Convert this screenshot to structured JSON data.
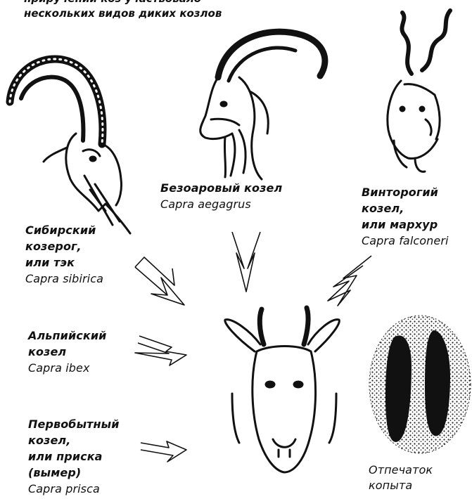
{
  "header": {
    "line1": "приручении коз участвовало",
    "line2": "нескольких видов диких козлов"
  },
  "species": {
    "siberian": {
      "name_lines": [
        "Сибирский",
        "козерог,",
        "или тэк"
      ],
      "latin": "Capra sibirica"
    },
    "bezoar": {
      "name_lines": [
        "Безоаровый козел"
      ],
      "latin": "Capra aegagrus"
    },
    "markhor": {
      "name_lines": [
        "Винторогий",
        "козел,",
        "или мархур"
      ],
      "latin": "Capra falconeri"
    },
    "alpine": {
      "name_lines": [
        "Альпийский",
        "козел"
      ],
      "latin": "Capra ibex"
    },
    "prisca": {
      "name_lines": [
        "Первобытный",
        "козел,",
        "или приска",
        "(вымер)"
      ],
      "latin": "Capra prisca"
    }
  },
  "hoof_print": {
    "lines": [
      "Отпечаток",
      "копыта"
    ]
  }
}
